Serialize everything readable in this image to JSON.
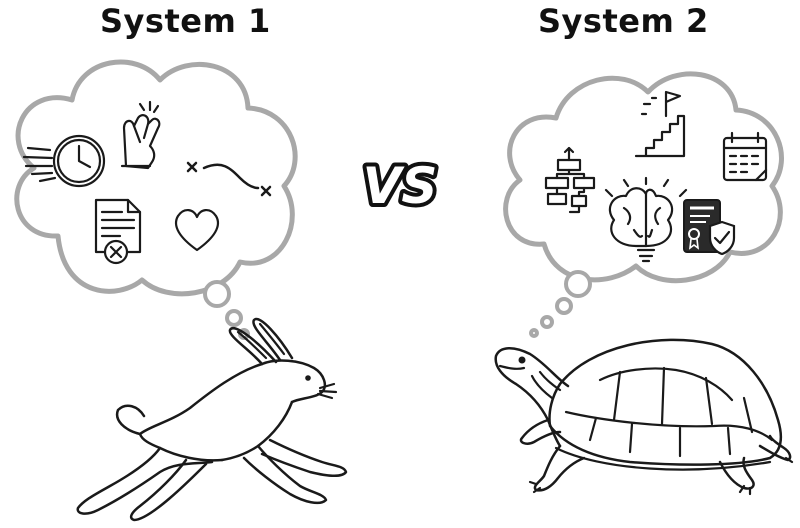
{
  "left": {
    "title": "System 1",
    "thought_icons": [
      "speeding-clock-icon",
      "hand-gesture-icon",
      "curve-between-crosses-icon",
      "rejected-document-icon",
      "heart-icon"
    ],
    "animal": "rabbit"
  },
  "right": {
    "title": "System 2",
    "thought_icons": [
      "flowchart-icon",
      "stairs-to-flag-icon",
      "calendar-icon",
      "brain-lightbulb-icon",
      "certified-document-icon"
    ],
    "animal": "turtle"
  },
  "center": {
    "label": "VS"
  }
}
